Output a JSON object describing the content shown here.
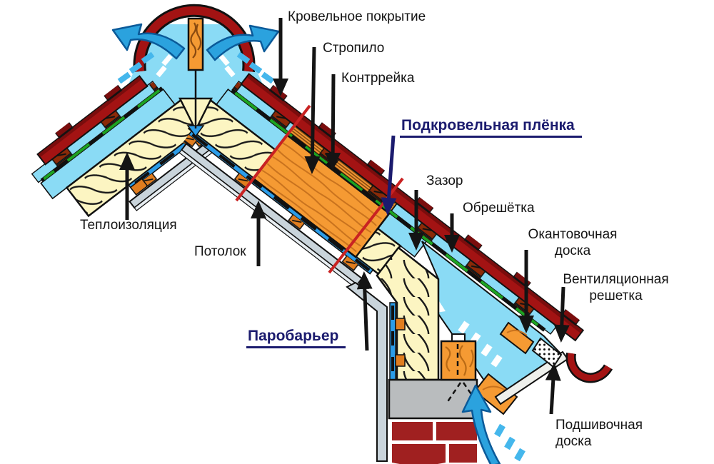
{
  "diagram_title": "Roof ventilation cross-section (Russian construction diagram)",
  "labels": {
    "roof_covering": "Кровельное покрытие",
    "rafter": "Стропило",
    "counter_batten": "Контррейка",
    "underroof_film": "Подкровельная плёнка",
    "gap": "Зазор",
    "lathing": "Обрешётка",
    "edging_board": [
      "Окантовочная",
      "доска"
    ],
    "ventilation_grille": [
      "Вентиляционная",
      "решетка"
    ],
    "thermal_insulation": "Теплоизоляция",
    "ceiling": "Потолок",
    "vapor_barrier": "Паробарьер",
    "lining_board": [
      "Подшивочная",
      "доска"
    ]
  },
  "colors": {
    "roof_tile": "#a31313",
    "roof_tile_dark": "#7a0d0d",
    "air_gap_cyan": "#8adbf5",
    "film_green": "#1da321",
    "insulation_cream": "#fcf5c2",
    "wood_orange": "#f59a33",
    "vapor_blue": "#2b9ce8",
    "ceiling_silver": "#c9d4db",
    "brick_red": "#a02020",
    "concrete_gray": "#b9bcbe",
    "label_navy": "#1b1b6e",
    "airflow_blue": "#2ba2de",
    "section_cut_red": "#c92222"
  }
}
